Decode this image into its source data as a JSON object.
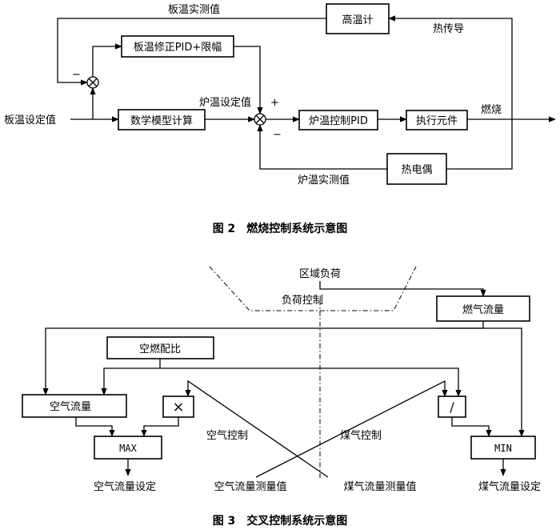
{
  "figure2": {
    "caption": "图 2　燃烧控制系统示意图",
    "boxes": {
      "high_temp_meter": "高温计",
      "pid_limit": "板温修正PID+限幅",
      "math_model": "数学模型计算",
      "furnace_pid": "炉温控制PID",
      "actuator": "执行元件",
      "thermocouple": "热电偶"
    },
    "labels": {
      "plate_temp_measured": "板温实测值",
      "heat_conduction": "热传导",
      "plate_temp_setpoint": "板温设定值",
      "furnace_temp_setpoint": "炉温设定值",
      "combustion": "燃烧",
      "furnace_temp_measured": "炉温实测值",
      "minus_sign_1": "−",
      "plus_sign": "+",
      "minus_sign_2": "−"
    }
  },
  "figure3": {
    "caption": "图 3　交叉控制系统示意图",
    "boxes": {
      "gas_flow": "燃气流量",
      "air_fuel_ratio": "空燃配比",
      "air_flow": "空气流量",
      "multiply": "×",
      "divide": "/",
      "max": "MAX",
      "min": "MIN"
    },
    "labels": {
      "zone_load": "区域负荷",
      "load_control": "负荷控制",
      "air_control": "空气控制",
      "gas_control": "煤气控制",
      "air_flow_setpoint": "空气流量设定",
      "air_flow_measured": "空气流量测量值",
      "gas_flow_measured": "煤气流量测量值",
      "gas_flow_setpoint": "煤气流量设定"
    }
  }
}
